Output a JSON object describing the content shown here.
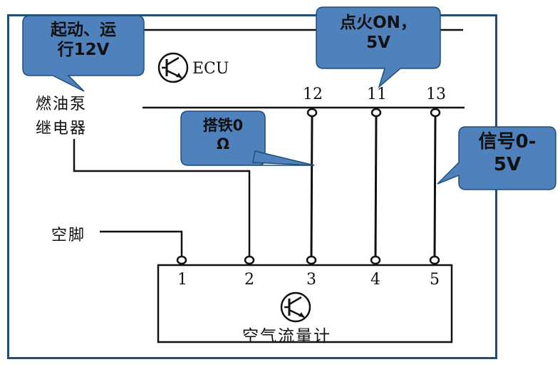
{
  "ecu_label": "ECU",
  "fuel_pump_relay_label": [
    "燃油泵",
    "继电器"
  ],
  "empty_pin_label": "空脚",
  "airflow_meter_label": "空气流量计",
  "ecu_pins": {
    "a": "12",
    "b": "11",
    "c": "13"
  },
  "meter_pins": {
    "p1": "1",
    "p2": "2",
    "p3": "3",
    "p4": "4",
    "p5": "5"
  },
  "callouts": {
    "start_run": [
      "起动、运",
      "行12V"
    ],
    "ignition_on": [
      "点火ON，",
      "5V"
    ],
    "ground": [
      "搭铁0",
      "Ω"
    ],
    "signal": [
      "信号0-",
      "5V"
    ]
  },
  "colors": {
    "callout_fill": "#4f81bd",
    "callout_border": "#1f4e79",
    "frame": "#1f4e79",
    "wire": "#111111"
  },
  "icons": [
    "transistor-icon"
  ]
}
